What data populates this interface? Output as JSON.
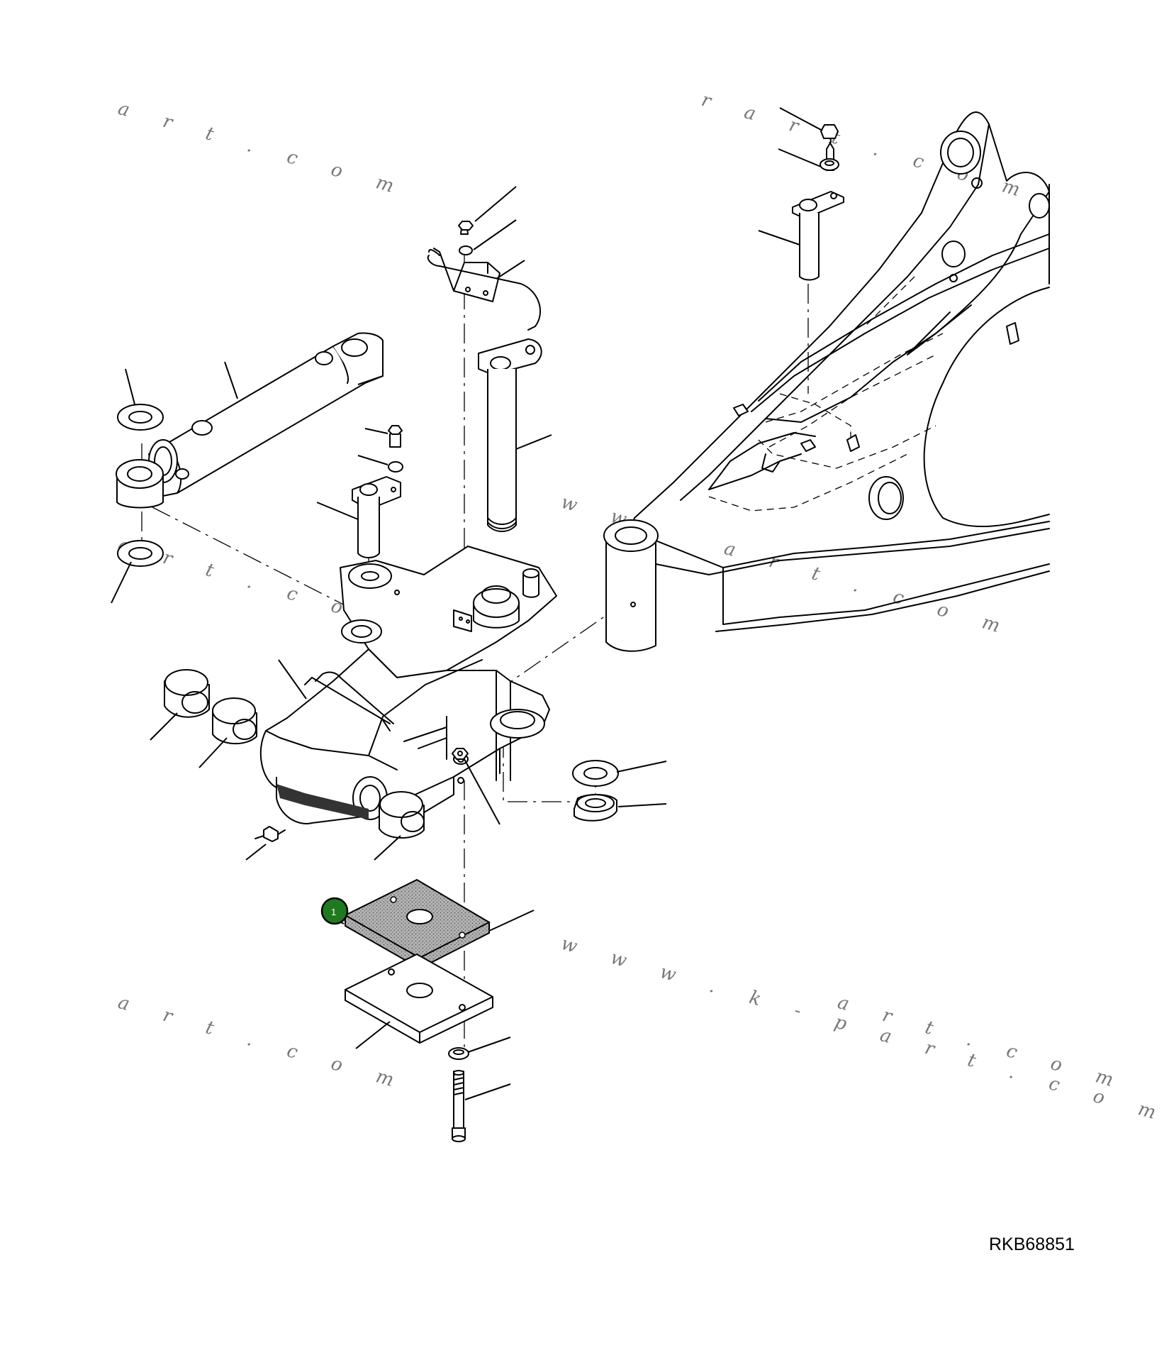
{
  "diagram": {
    "reference_code": "RKB68851",
    "callout": {
      "number": "1",
      "color": "#1f7a1f"
    },
    "highlight_color": "#8a8a8a",
    "watermarks": [
      "a r t . c o m",
      "r a r t . c o m",
      "w w",
      "a r t . c o m",
      "a r t . c o m",
      "a r t . c o m",
      "w w w . k - p a r t . c o m",
      "a r t . c o m"
    ]
  }
}
